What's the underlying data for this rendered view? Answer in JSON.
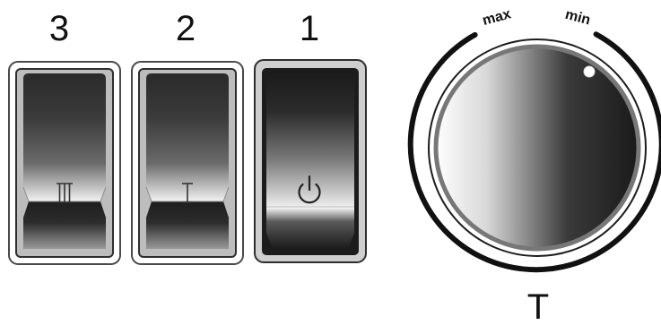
{
  "switches": [
    {
      "number": "3",
      "symbol": "III",
      "state": "off"
    },
    {
      "number": "2",
      "symbol": "I",
      "state": "off"
    },
    {
      "number": "1",
      "symbol": "power",
      "state": "on"
    }
  ],
  "knob": {
    "label": "T",
    "max_label": "max",
    "min_label": "min"
  }
}
